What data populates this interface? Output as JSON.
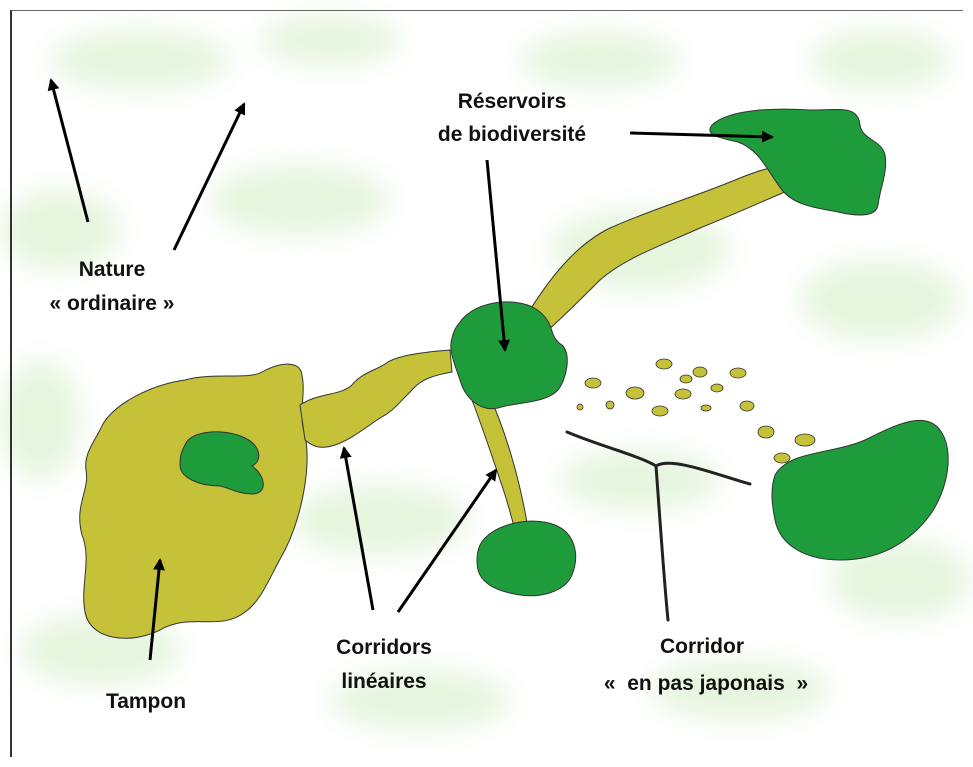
{
  "colors": {
    "reservoir": "#1e9b3b",
    "buffer": "#c5c23a",
    "background_haze": "#dff3d6",
    "stroke": "#333333",
    "arrow": "#000000"
  },
  "labels": {
    "nature_line1": "Nature",
    "nature_line2": "« ordinaire »",
    "reservoirs_line1": "Réservoirs",
    "reservoirs_line2": "de biodiversité",
    "tampon": "Tampon",
    "corridors_line1": "Corridors",
    "corridors_line2": "linéaires",
    "japonais_line1": "Corridor",
    "japonais_line2": "«  en pas japonais  »"
  }
}
